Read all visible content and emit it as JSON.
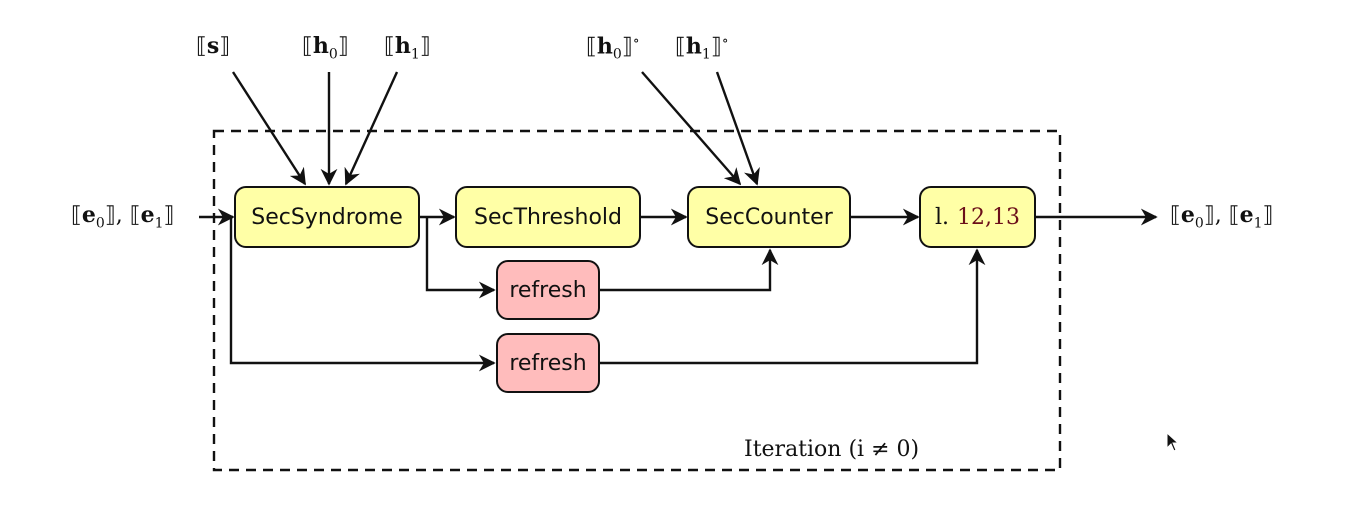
{
  "inputs_top": {
    "s": "s",
    "h0": "h",
    "h0_sub": "0",
    "h1": "h",
    "h1_sub": "1",
    "h0c": "h",
    "h0c_sub": "0",
    "h1c": "h",
    "h1c_sub": "1"
  },
  "left_input": {
    "e0": "e",
    "e0_sub": "0",
    "e1": "e",
    "e1_sub": "1"
  },
  "right_output": {
    "e0": "e",
    "e0_sub": "0",
    "e1": "e",
    "e1_sub": "1"
  },
  "blocks": {
    "syndrome": "SecSyndrome",
    "threshold": "SecThreshold",
    "counter": "SecCounter",
    "lines_prefix": "l.",
    "lines_ref": "12,13",
    "refresh_1": "refresh",
    "refresh_2": "refresh"
  },
  "iteration_label": "Iteration (i ≠ 0)"
}
